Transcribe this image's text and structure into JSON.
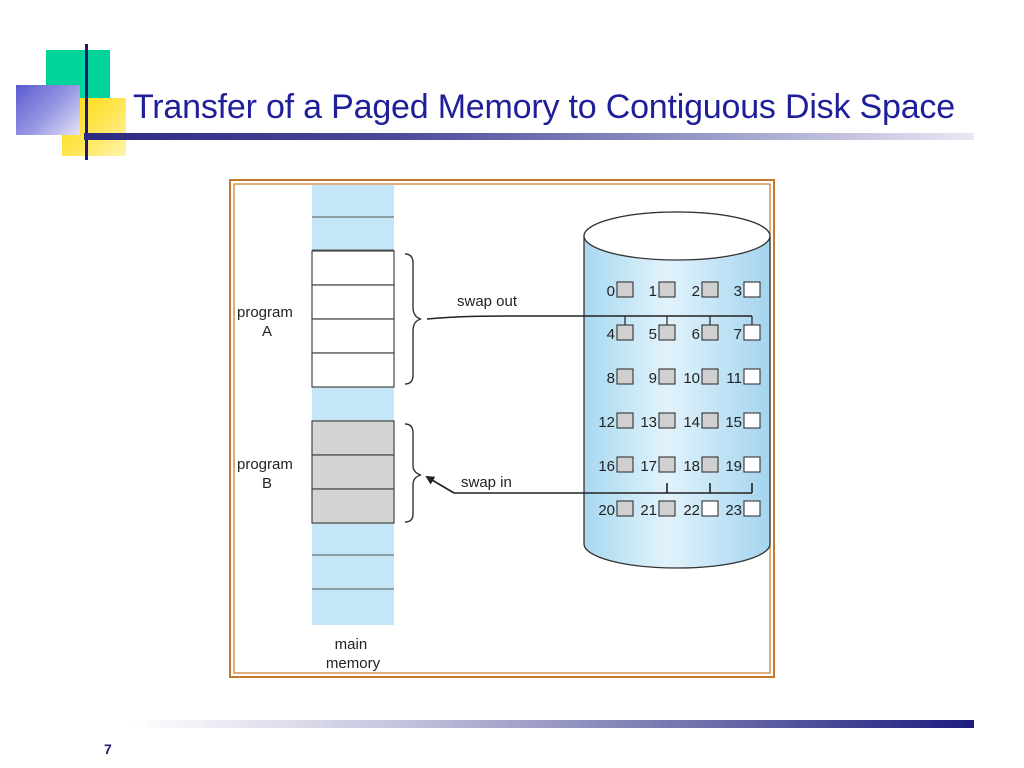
{
  "slide": {
    "title": "Transfer of a Paged Memory to Contiguous Disk Space",
    "page_number": "7"
  },
  "figure": {
    "program_a_label": "program\nA",
    "program_b_label": "program\nB",
    "main_memory_label": "main\nmemory",
    "swap_out_label": "swap out",
    "swap_in_label": "swap in",
    "disk_blocks": [
      "0",
      "1",
      "2",
      "3",
      "4",
      "5",
      "6",
      "7",
      "8",
      "9",
      "10",
      "11",
      "12",
      "13",
      "14",
      "15",
      "16",
      "17",
      "18",
      "19",
      "20",
      "21",
      "22",
      "23"
    ],
    "empty_blocks": [
      "3",
      "7",
      "11",
      "15",
      "19",
      "22",
      "23"
    ]
  },
  "colors": {
    "title": "#1f1f9a",
    "memory_fill": "#c4e6f8",
    "page_b_fill": "#d4d4d4",
    "frame": "#c8782a",
    "decor_teal": "#00d49a",
    "decor_yellow": "#ffd800",
    "decor_blue": "#7070d8"
  }
}
